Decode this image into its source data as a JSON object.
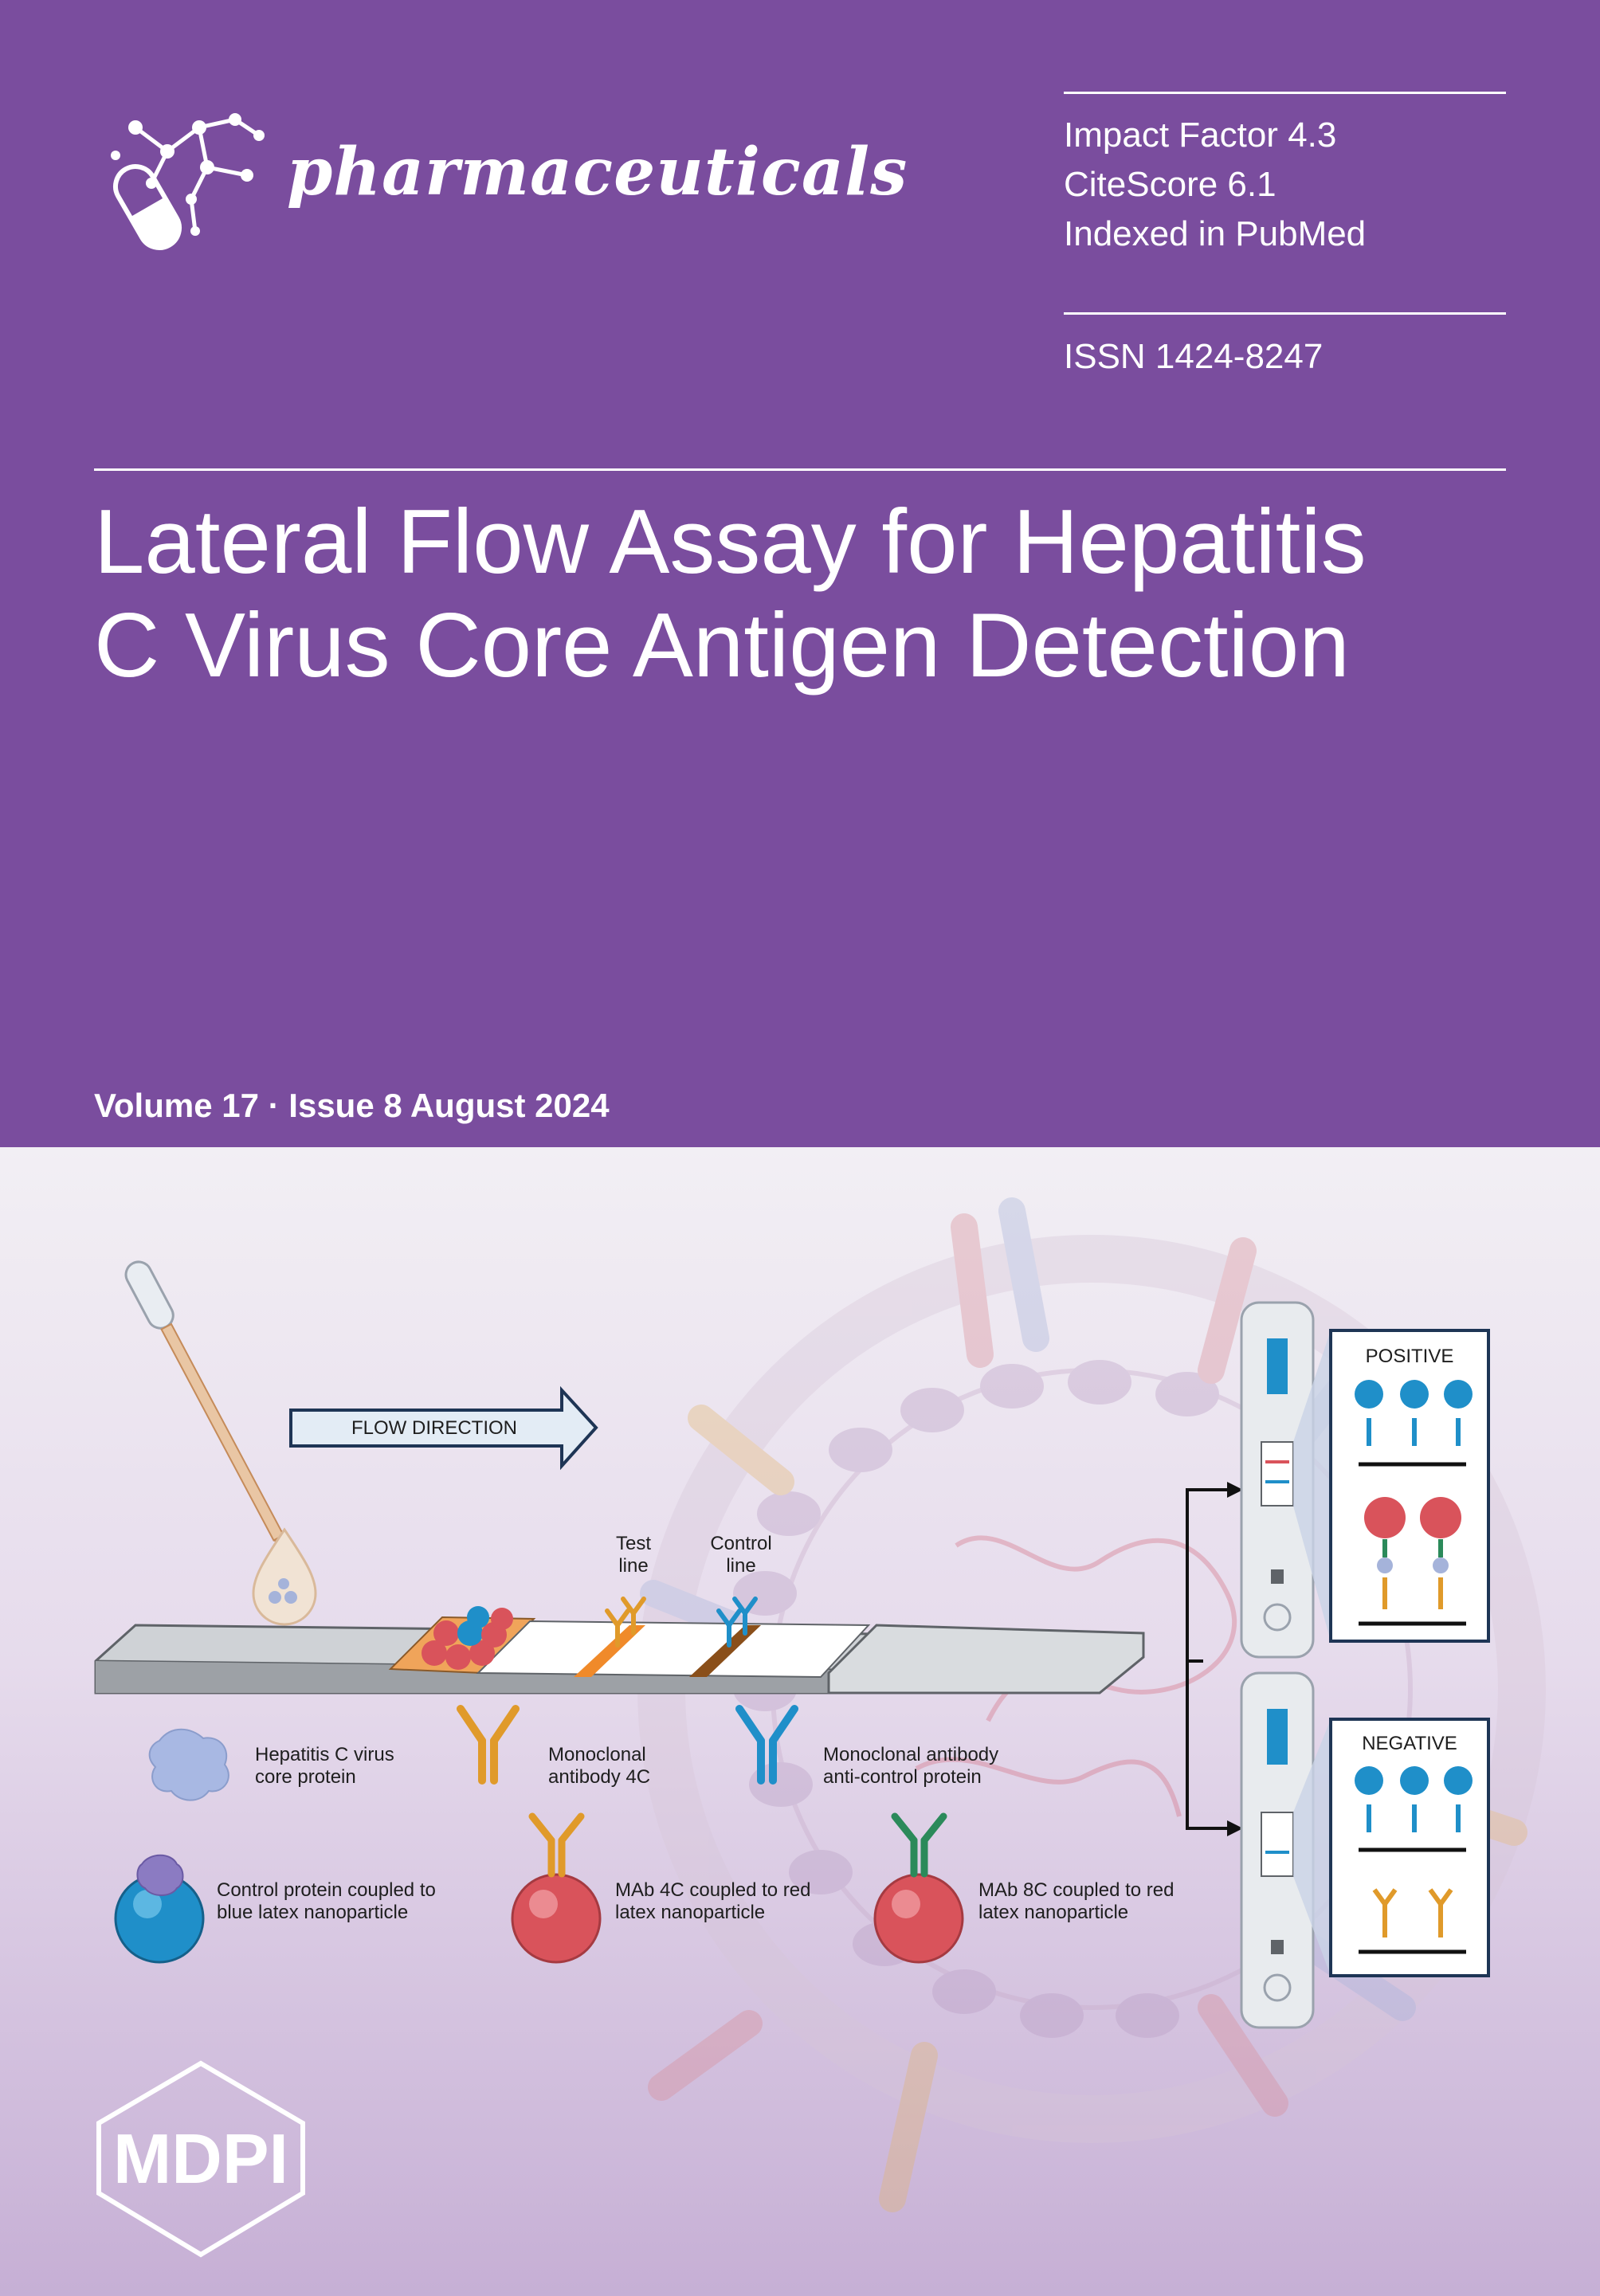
{
  "journal": {
    "name": "pharmaceuticals"
  },
  "metrics": {
    "impact_factor": "Impact Factor 4.3",
    "citescore": "CiteScore 6.1",
    "indexed": "Indexed in PubMed",
    "issn": "ISSN 1424-8247"
  },
  "article": {
    "title_line1": "Lateral Flow Assay for Hepatitis",
    "title_line2": "C Virus Core Antigen Detection"
  },
  "issue": {
    "volume_line": "Volume 17 · Issue 8 August 2024"
  },
  "figure": {
    "flow_direction": "FLOW DIRECTION",
    "test_line_1": "Test",
    "test_line_2": "line",
    "control_line_1": "Control",
    "control_line_2": "line",
    "positive": "POSITIVE",
    "negative": "NEGATIVE",
    "legend": {
      "hcv_1": "Hepatitis C virus",
      "hcv_2": "core protein",
      "mab4c_1": "Monoclonal",
      "mab4c_2": "antibody 4C",
      "mabctrl_1": "Monoclonal antibody",
      "mabctrl_2": "anti-control protein",
      "ctrl_np_1": "Control protein coupled to",
      "ctrl_np_2": "blue latex nanoparticle",
      "mab4c_np_1": "MAb 4C coupled to red",
      "mab4c_np_2": "latex nanoparticle",
      "mab8c_np_1": "MAb 8C coupled to red",
      "mab8c_np_2": "latex nanoparticle"
    }
  },
  "publisher": {
    "logo_text": "MDPI"
  },
  "colors": {
    "purple": "#7a4d9e",
    "blue": "#1f8fc9",
    "red": "#d9535b",
    "orange": "#e09a2a",
    "green": "#2b8a5a"
  }
}
